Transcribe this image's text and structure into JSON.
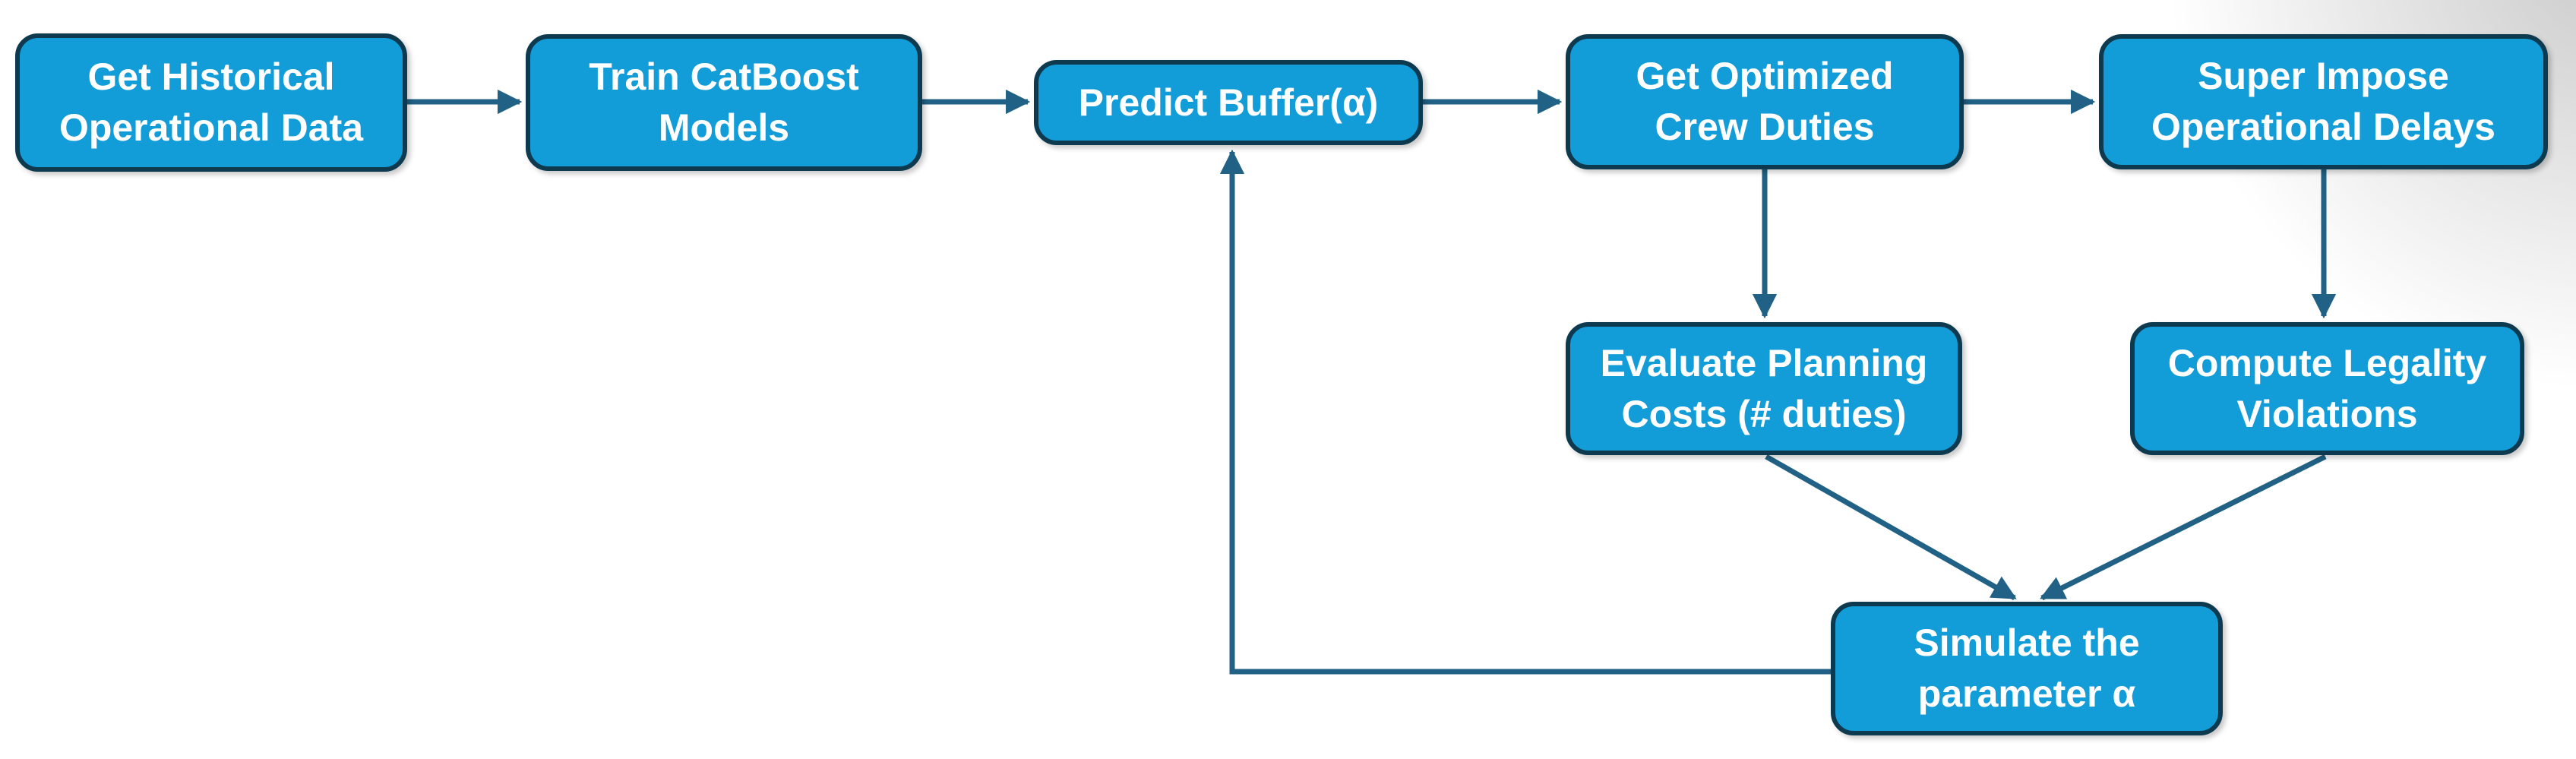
{
  "diagram": {
    "type": "flowchart",
    "nodes": [
      {
        "id": "historical-data",
        "label": "Get Historical Operational Data",
        "lines": [
          "Get Historical",
          "Operational Data"
        ]
      },
      {
        "id": "train-catboost",
        "label": "Train CatBoost Models",
        "lines": [
          "Train CatBoost",
          "Models"
        ]
      },
      {
        "id": "predict-buffer",
        "label": "Predict Buffer(α)",
        "lines": [
          "Predict Buffer(α)"
        ]
      },
      {
        "id": "optimized-duties",
        "label": "Get Optimized Crew Duties",
        "lines": [
          "Get Optimized",
          "Crew Duties"
        ]
      },
      {
        "id": "superimpose-delays",
        "label": "Super Impose Operational Delays",
        "lines": [
          "Super Impose",
          "Operational Delays"
        ]
      },
      {
        "id": "planning-costs",
        "label": "Evaluate Planning Costs (# duties)",
        "lines": [
          "Evaluate Planning",
          "Costs (# duties)"
        ]
      },
      {
        "id": "legality-violations",
        "label": "Compute Legality Violations",
        "lines": [
          "Compute Legality",
          "Violations"
        ]
      },
      {
        "id": "simulate-alpha",
        "label": "Simulate the parameter α",
        "lines": [
          "Simulate the",
          "parameter α"
        ]
      }
    ],
    "edges": [
      {
        "from": "historical-data",
        "to": "train-catboost"
      },
      {
        "from": "train-catboost",
        "to": "predict-buffer"
      },
      {
        "from": "predict-buffer",
        "to": "optimized-duties"
      },
      {
        "from": "optimized-duties",
        "to": "superimpose-delays"
      },
      {
        "from": "optimized-duties",
        "to": "planning-costs"
      },
      {
        "from": "superimpose-delays",
        "to": "legality-violations"
      },
      {
        "from": "planning-costs",
        "to": "simulate-alpha"
      },
      {
        "from": "legality-violations",
        "to": "simulate-alpha"
      },
      {
        "from": "simulate-alpha",
        "to": "predict-buffer",
        "kind": "feedback-loop"
      }
    ]
  },
  "theme": {
    "node_fill": "#129CD8",
    "node_border": "#0E3A50",
    "arrow_color": "#206185",
    "node_text_color": "#FFFFFF",
    "background": "#FFFFFF",
    "background_corner_shade": "#CBCBCB"
  }
}
